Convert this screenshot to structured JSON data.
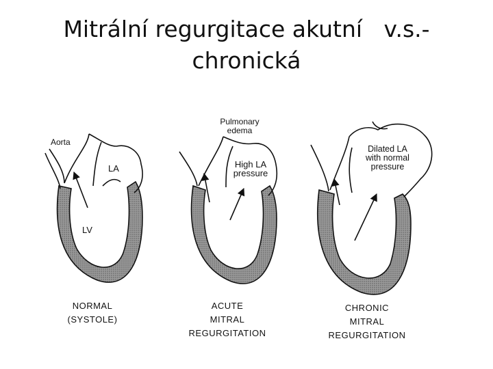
{
  "title": {
    "line1": "Mitrální regurgitace akutní   v.s.-",
    "line2": "chronická"
  },
  "figure": {
    "normal": {
      "aorta": "Aorta",
      "la": "LA",
      "lv": "LV",
      "caption": [
        "NORMAL",
        "(SYSTOLE)"
      ]
    },
    "acute": {
      "pulmonary": [
        "Pulmonary",
        "edema"
      ],
      "high_la": [
        "High LA",
        "pressure"
      ],
      "caption": [
        "ACUTE",
        "MITRAL",
        "REGURGITATION"
      ]
    },
    "chronic": {
      "dilated": [
        "Dilated LA",
        "with normal",
        "pressure"
      ],
      "caption": [
        "CHRONIC",
        "MITRAL",
        "REGURGITATION"
      ]
    }
  },
  "colors": {
    "wall_fill": "#8a8a8a",
    "ink": "#111111"
  }
}
